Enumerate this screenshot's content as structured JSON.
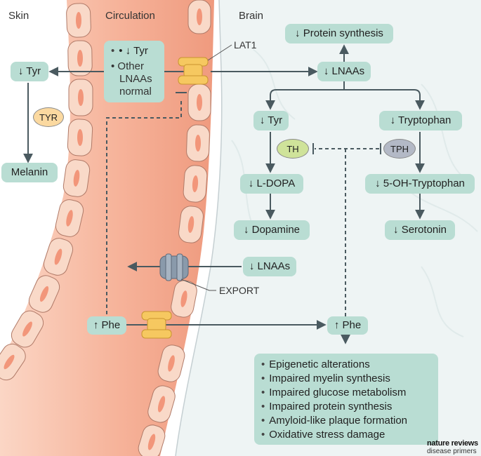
{
  "regions": {
    "skin": "Skin",
    "circulation": "Circulation",
    "brain": "Brain"
  },
  "transporters": {
    "lat1": "LAT1",
    "export": "EXPORT"
  },
  "circulation_box": {
    "line1": "• ↓ Tyr",
    "line2": "• Other",
    "line3": "LNAAs",
    "line4": "normal"
  },
  "skin": {
    "tyr": "↓ Tyr",
    "enzyme": "TYR",
    "melanin": "Melanin"
  },
  "circulation": {
    "phe": "↑ Phe"
  },
  "brain": {
    "protein_synthesis": "↓ Protein synthesis",
    "lnaas": "↓ LNAAs",
    "tyr": "↓ Tyr",
    "tryptophan": "↓ Tryptophan",
    "th": "TH",
    "tph": "TPH",
    "ldopa": "↓ L-DOPA",
    "oh_tryptophan": "↓ 5-OH-Tryptophan",
    "dopamine": "↓ Dopamine",
    "serotonin": "↓ Serotonin",
    "lnaas_export": "↓ LNAAs",
    "phe": "↑ Phe"
  },
  "effects": [
    "Epigenetic alterations",
    "Impaired myelin synthesis",
    "Impaired glucose metabolism",
    "Impaired protein synthesis",
    "Amyloid-like plaque formation",
    "Oxidative stress damage"
  ],
  "brand": {
    "line1": "nature reviews",
    "line2": "disease primers"
  },
  "colors": {
    "box_fill": "#b9ddd3",
    "arrow": "#4a5a60",
    "vessel": "#f4a488",
    "cell": "#f9d9c8",
    "lat1_transporter": "#f6c860",
    "export_transporter": "#8a9aab",
    "brain_bg": "#eef4f4"
  }
}
